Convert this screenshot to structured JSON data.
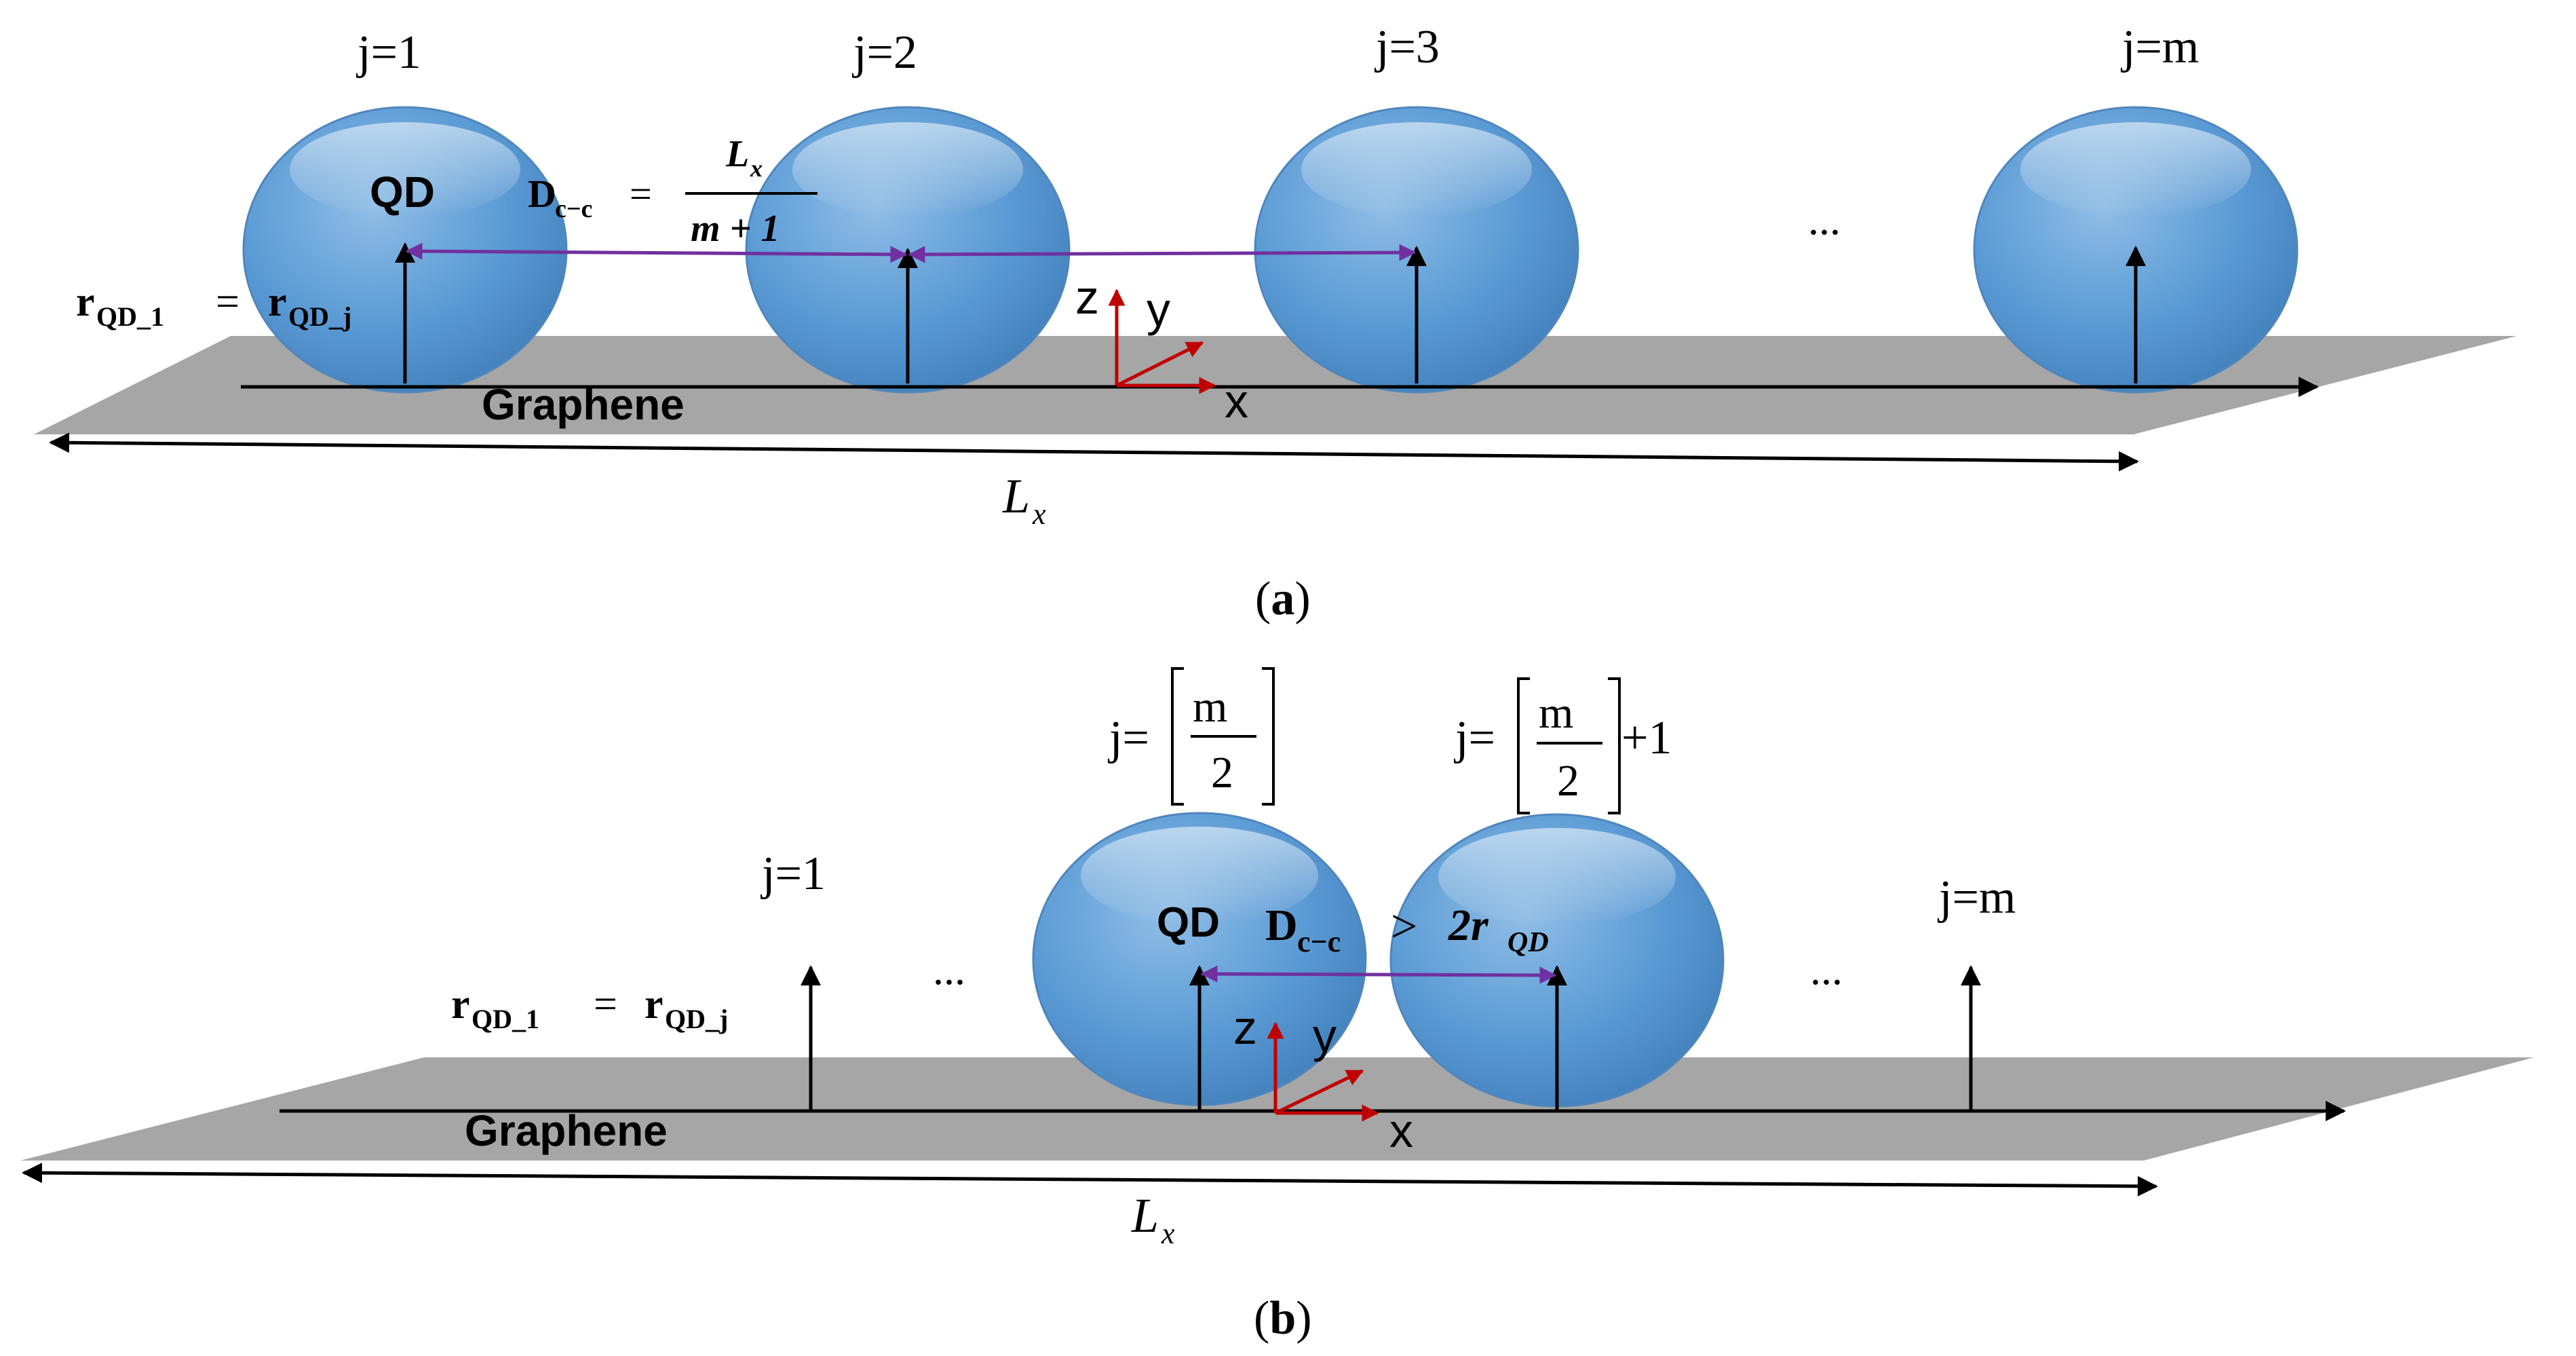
{
  "colors": {
    "qd_fill": "#5B9BD5",
    "qd_highlight": "#9DC3E6",
    "plane_fill": "#A6A6A6",
    "spacing_arrow": "#7030A0",
    "axis_red": "#C00000",
    "ink": "#000000"
  },
  "panel_a": {
    "labels": {
      "j1": "j=1",
      "j2": "j=2",
      "j3": "j=3",
      "jm": "j=m"
    },
    "qd_label": "QD",
    "dcc_symbol": "D",
    "dcc_sub": "c−c",
    "equals": "=",
    "frac_num_L": "L",
    "frac_num_x": "x",
    "frac_den": "m + 1",
    "radius_left_r": "r",
    "radius_left_sub": "QD_1",
    "radius_right_r": "r",
    "radius_right_sub": "QD_j",
    "ellipsis": "...",
    "graphene": "Graphene",
    "axis_z": "z",
    "axis_y": "y",
    "axis_x": "x",
    "length_L": "L",
    "length_sub": "x",
    "caption_open": "(",
    "caption_letter": "a",
    "caption_close": ")"
  },
  "panel_b": {
    "j1": "j=1",
    "jm": "j=m",
    "j_mid_prefix": "j=",
    "j_mid2_prefix": "j=",
    "frac_num": "m",
    "frac_den": "2",
    "plus_one": "+1",
    "qd_label": "QD",
    "dcc_symbol": "D",
    "dcc_sub": "c−c",
    "gt": ">",
    "two_r": "2r",
    "two_r_sub": "QD",
    "radius_left_r": "r",
    "radius_left_sub": "QD_1",
    "radius_right_r": "r",
    "radius_right_sub": "QD_j",
    "equals": "=",
    "ellipsis_left": "...",
    "ellipsis_right": "...",
    "graphene": "Graphene",
    "axis_z": "z",
    "axis_y": "y",
    "axis_x": "x",
    "length_L": "L",
    "length_sub": "x",
    "caption_open": "(",
    "caption_letter": "b",
    "caption_close": ")"
  }
}
